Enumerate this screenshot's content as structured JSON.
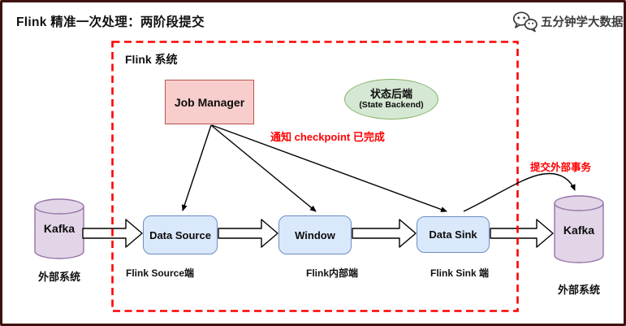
{
  "header": {
    "title": "Flink 精准一次处理：两阶段提交",
    "brand": {
      "name": "五分钟学大数据",
      "icon": "wechat-bubbles-icon"
    }
  },
  "diagram": {
    "system_label": "Flink 系统",
    "nodes": {
      "job_manager": {
        "label": "Job Manager"
      },
      "state_backend": {
        "label": "状态后端",
        "sublabel": "(State Backend)"
      },
      "data_source": {
        "label": "Data Source"
      },
      "window": {
        "label": "Window"
      },
      "data_sink": {
        "label": "Data Sink"
      },
      "kafka_left": {
        "label": "Kafka"
      },
      "kafka_right": {
        "label": "Kafka"
      }
    },
    "annotations": {
      "checkpoint_done": "通知 checkpoint 已完成",
      "commit_external": "提交外部事务"
    },
    "captions": {
      "source_side": "Flink Source端",
      "internal_side": "Flink内部端",
      "sink_side": "Flink Sink 端",
      "external_left": "外部系统",
      "external_right": "外部系统"
    },
    "colors": {
      "frame_border": "#3f1210",
      "dashed_border": "#ff0000",
      "annotation_red": "#ff0000",
      "job_manager_fill": "#f8cecc",
      "job_manager_stroke": "#b85450",
      "state_backend_fill": "#d5e8d4",
      "state_backend_stroke": "#82b366",
      "operator_fill": "#dae8fc",
      "operator_stroke": "#6c8ebf",
      "kafka_fill": "#e1d5e7",
      "kafka_stroke": "#9673a6"
    }
  }
}
